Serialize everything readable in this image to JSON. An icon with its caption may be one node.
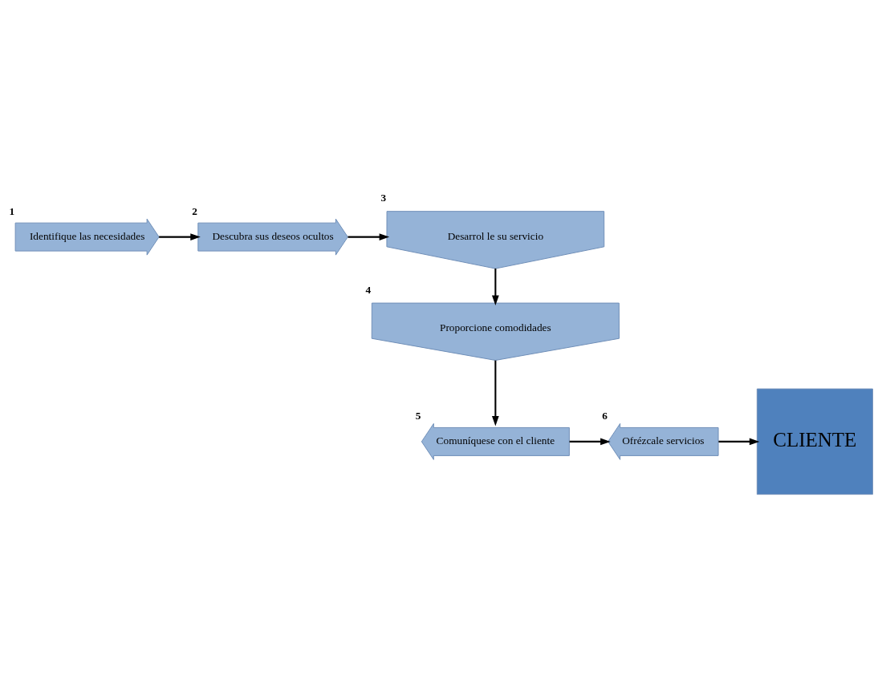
{
  "diagram": {
    "nodes": [
      {
        "text": [
          "Identifique las necesidades"
        ],
        "beside": [
          "1"
        ]
      },
      {
        "text": [
          "Descubra sus deseos ocultos"
        ],
        "beside": [
          "2"
        ]
      },
      {
        "text": [
          "Desarrol le su servicio"
        ],
        "beside": [
          "3"
        ]
      },
      {
        "text": [
          "Proporcione comodidades"
        ],
        "beside": [
          "4"
        ]
      },
      {
        "text": [
          "Comuníquese con el cliente"
        ],
        "beside": [
          "5"
        ]
      },
      {
        "text": [
          "Ofrézcale servicios"
        ],
        "beside": [
          "6"
        ]
      },
      {
        "text": [
          "CLIENTE"
        ]
      }
    ],
    "edges": [
      {
        "from": 0,
        "to": 1,
        "arrow": "to"
      },
      {
        "from": 1,
        "to": 2,
        "arrow": "to"
      },
      {
        "from": 2,
        "to": 3,
        "arrow": "to"
      },
      {
        "from": 3,
        "to": 4,
        "arrow": "to"
      },
      {
        "from": 4,
        "to": 5,
        "arrow": "to"
      },
      {
        "from": 5,
        "to": 6,
        "arrow": "to"
      }
    ]
  }
}
